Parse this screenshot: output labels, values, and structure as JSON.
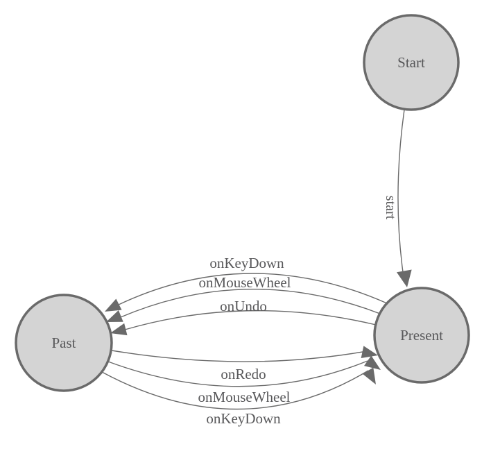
{
  "colors": {
    "background": "#ffffff",
    "node_fill": "#d4d4d4",
    "node_stroke": "#6a6a6a",
    "edge_stroke": "#6a6a6a",
    "arrow_fill": "#6a6a6a",
    "label_text": "#58585a"
  },
  "nodes": [
    {
      "id": "start",
      "label": "Start"
    },
    {
      "id": "present",
      "label": "Present"
    },
    {
      "id": "past",
      "label": "Past"
    }
  ],
  "edges": [
    {
      "from": "Start",
      "to": "Present",
      "label": "start"
    },
    {
      "from": "Present",
      "to": "Past",
      "label": "onKeyDown"
    },
    {
      "from": "Present",
      "to": "Past",
      "label": "onMouseWheel"
    },
    {
      "from": "Present",
      "to": "Past",
      "label": "onUndo"
    },
    {
      "from": "Past",
      "to": "Present",
      "label": "onRedo"
    },
    {
      "from": "Past",
      "to": "Present",
      "label": "onMouseWheel"
    },
    {
      "from": "Past",
      "to": "Present",
      "label": "onKeyDown"
    }
  ]
}
